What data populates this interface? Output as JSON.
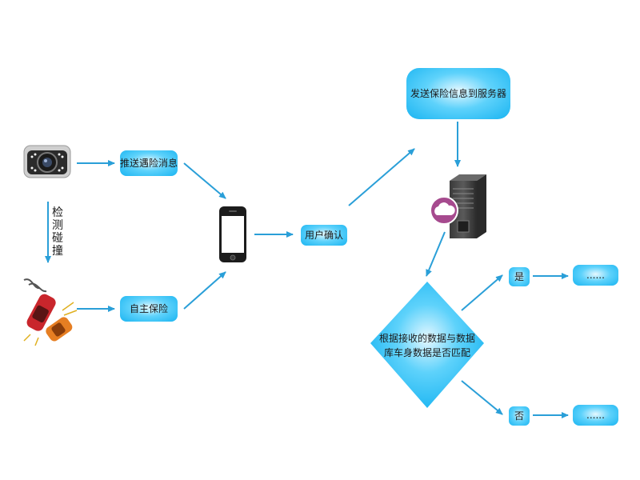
{
  "nodes": {
    "push_alert": "推送遇险消息",
    "self_insure": "自主保险",
    "user_confirm": "用户确认",
    "send_info": "发送保险信息到服务器",
    "yes": "是",
    "no": "否",
    "result_yes": "......",
    "result_no": "......"
  },
  "side_label": "检测碰撞",
  "decision": {
    "line1": "根据接收的数据与数据",
    "line2": "库车身数据是否匹配"
  },
  "colors": {
    "node": "#19b4f1",
    "diamond": "#19b4f1",
    "arrow": "#2a9fd8",
    "cloud_badge": "#a64a8e"
  }
}
